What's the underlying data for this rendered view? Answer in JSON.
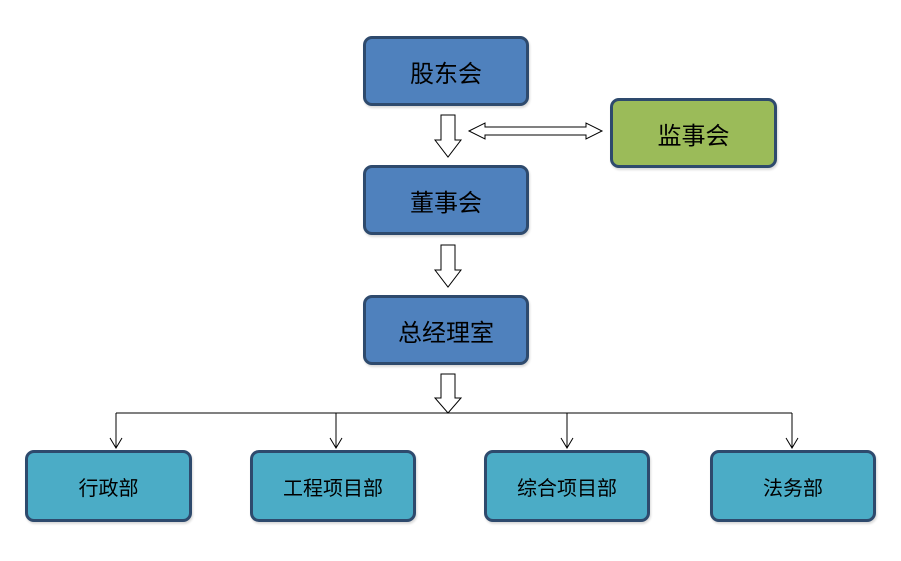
{
  "colors": {
    "top_fill": "#4f81bd",
    "supervisor_fill": "#9bbb59",
    "dept_fill": "#4bacc6",
    "border": "#2e4a6d",
    "line": "#000000"
  },
  "nodes": {
    "shareholders": "股东会",
    "supervisors": "监事会",
    "board": "董事会",
    "gm_office": "总经理室",
    "departments": [
      "行政部",
      "工程项目部",
      "综合项目部",
      "法务部"
    ]
  }
}
